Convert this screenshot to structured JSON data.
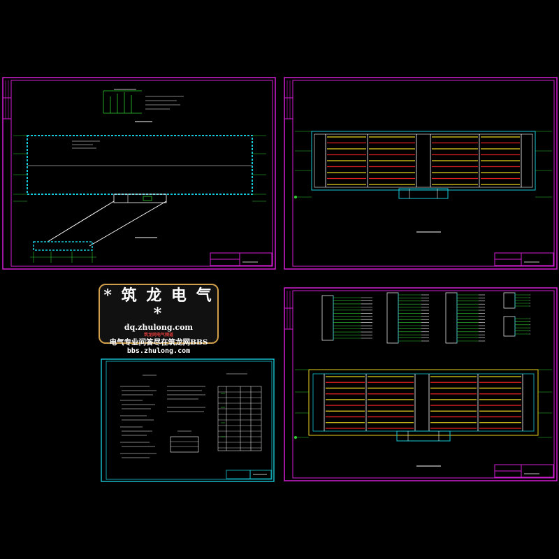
{
  "colors": {
    "background": "#000000",
    "sheet_frame": "#d21ed2",
    "sheet_frame_cyan": "#17c9d8",
    "cable_red": "#e02020",
    "cable_yellow": "#e8d21e",
    "line_white": "#ffffff",
    "line_green": "#2fd02f",
    "badge_border": "#d2a04a"
  },
  "watermark": {
    "title": "* 筑 龙 电 气 *",
    "site_url": "dq.zhulong.com",
    "slogan_small": "筑龙网电气频道",
    "slogan": "电气专业问答尽在筑龙网BBS",
    "bbs_url": "bbs.zhulong.com"
  },
  "sheets": [
    {
      "id": "sheet-1-plan-and-system",
      "content": "single-line system diagram above a long building outline with an inclined corridor"
    },
    {
      "id": "sheet-2-lighting-plan",
      "content": "floor plan with rows of red and yellow cable runs"
    },
    {
      "id": "sheet-3-notes-and-legend",
      "content": "design notes text and equipment legend table"
    },
    {
      "id": "sheet-4-distribution-plan",
      "content": "distribution box diagrams above a floor plan with red and yellow runs"
    }
  ]
}
